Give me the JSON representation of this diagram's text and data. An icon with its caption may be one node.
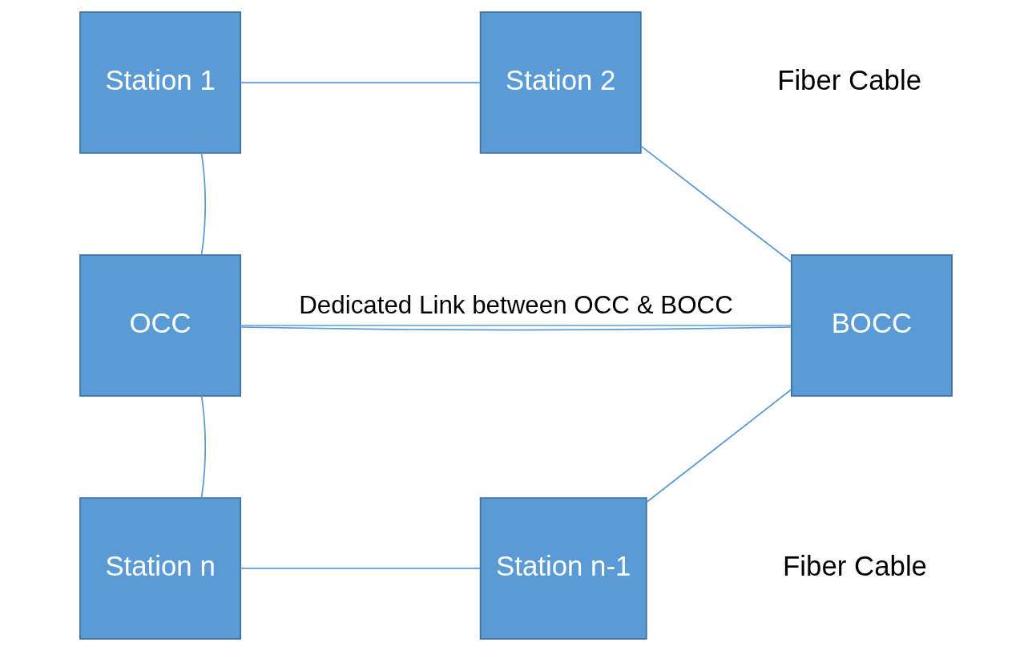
{
  "diagram": {
    "nodes": [
      {
        "text": [
          "Station 1"
        ]
      },
      {
        "text": [
          "Station 2"
        ]
      },
      {
        "text": [
          "OCC"
        ]
      },
      {
        "text": [
          "BOCC"
        ]
      },
      {
        "text": [
          "Station n"
        ]
      },
      {
        "text": [
          "Station n-1"
        ]
      }
    ],
    "edges": [
      {
        "from": 2,
        "to": 0,
        "arrow": "none"
      },
      {
        "from": 0,
        "to": 1,
        "arrow": "none"
      },
      {
        "from": 1,
        "to": 3,
        "arrow": "none"
      },
      {
        "from": 3,
        "to": 5,
        "arrow": "none"
      },
      {
        "from": 5,
        "to": 4,
        "arrow": "none"
      },
      {
        "from": 4,
        "to": 2,
        "arrow": "none"
      },
      {
        "from": 2,
        "to": 3,
        "arrow": "none",
        "label": "Dedicated Link between OCC & BOCC"
      },
      {
        "from": 2,
        "to": 3,
        "arrow": "none"
      }
    ],
    "labels": [
      "Fiber Cable",
      "Fiber Cable"
    ]
  }
}
